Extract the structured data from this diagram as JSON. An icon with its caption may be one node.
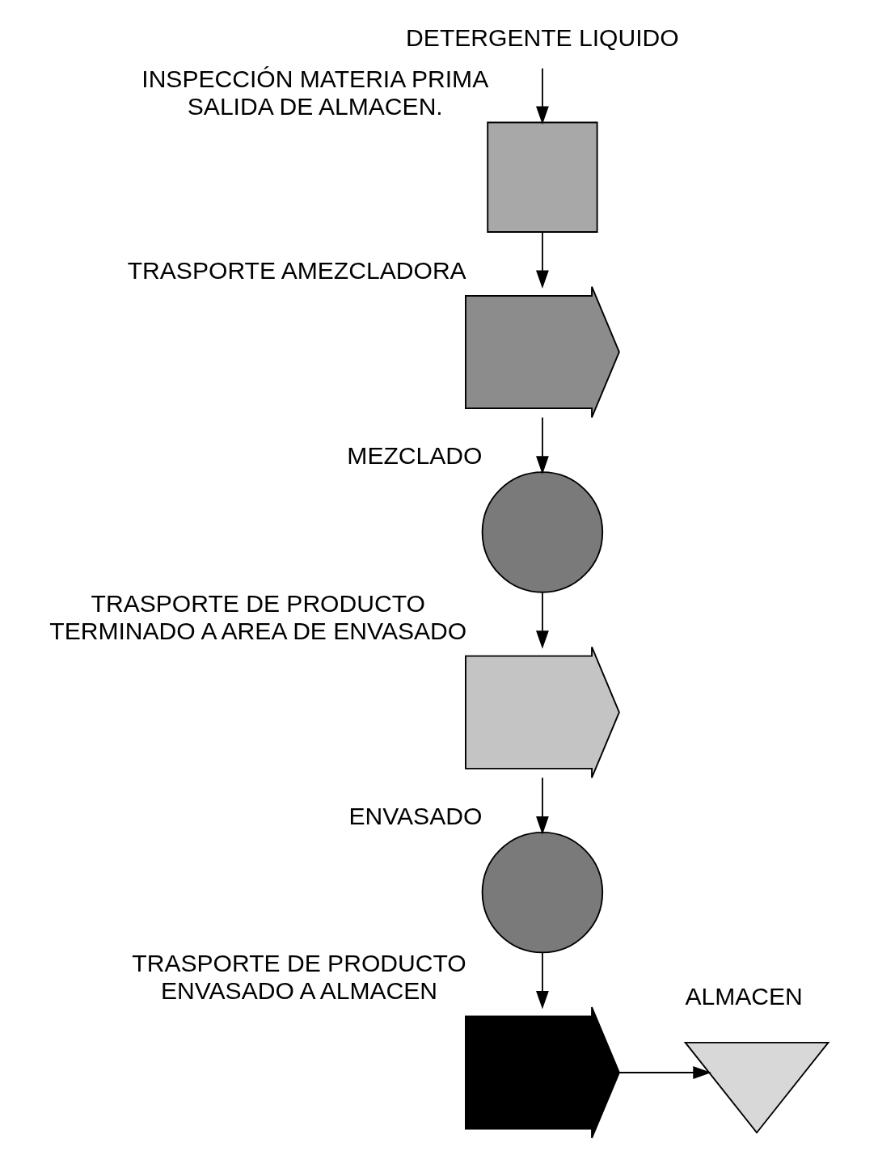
{
  "diagram": {
    "nodes": [
      {
        "text": [
          "DETERGENTE LIQUIDO"
        ]
      },
      {
        "text": [],
        "shape": "box",
        "beside": [
          "INSPECCIÓN MATERIA PRIMA SALIDA DE ALMACEN."
        ]
      },
      {
        "text": [],
        "shape": "arrow",
        "beside": [
          "TRASPORTE AMEZCLADORA"
        ]
      },
      {
        "text": [],
        "shape": "circle",
        "beside": [
          "MEZCLADO"
        ]
      },
      {
        "text": [],
        "shape": "arrow",
        "beside": [
          "TRASPORTE DE PRODUCTO TERMINADO A AREA DE ENVASADO"
        ]
      },
      {
        "text": [],
        "shape": "circle",
        "beside": [
          "ENVASADO"
        ]
      },
      {
        "text": [],
        "shape": "arrow",
        "beside": [
          "TRASPORTE DE PRODUCTO ENVASADO A ALMACEN"
        ]
      },
      {
        "text": [],
        "shape": "triangle",
        "beside": [
          "ALMACEN"
        ]
      }
    ],
    "edges": [
      {
        "from": 0,
        "to": 1,
        "arrow": "to"
      },
      {
        "from": 1,
        "to": 2,
        "arrow": "to"
      },
      {
        "from": 2,
        "to": 3,
        "arrow": "to"
      },
      {
        "from": 3,
        "to": 4,
        "arrow": "to"
      },
      {
        "from": 4,
        "to": 5,
        "arrow": "to"
      },
      {
        "from": 5,
        "to": 6,
        "arrow": "to"
      },
      {
        "from": 6,
        "to": 7,
        "arrow": "to"
      }
    ]
  }
}
